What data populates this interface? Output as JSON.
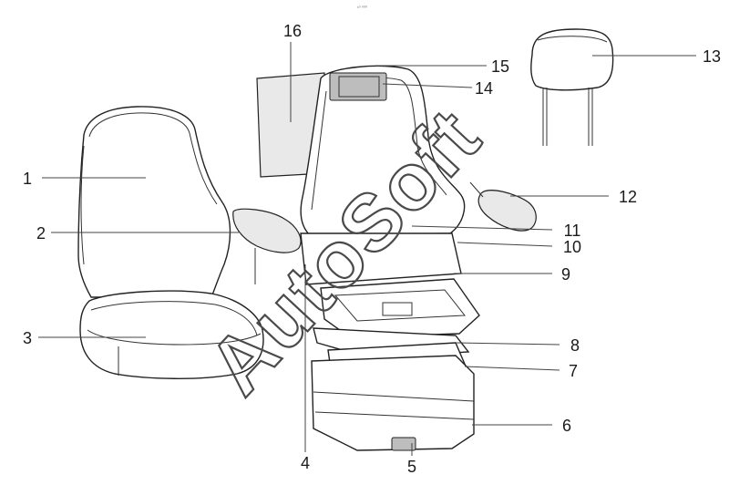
{
  "header_mark": "¹⁰ ⁰⁰⁰",
  "watermark": "AutoSoft",
  "callouts": [
    {
      "id": "c1",
      "label": "1"
    },
    {
      "id": "c2",
      "label": "2"
    },
    {
      "id": "c3",
      "label": "3"
    },
    {
      "id": "c4",
      "label": "4"
    },
    {
      "id": "c5",
      "label": "5"
    },
    {
      "id": "c6",
      "label": "6"
    },
    {
      "id": "c7",
      "label": "7"
    },
    {
      "id": "c8",
      "label": "8"
    },
    {
      "id": "c9",
      "label": "9"
    },
    {
      "id": "c10",
      "label": "10"
    },
    {
      "id": "c11",
      "label": "11"
    },
    {
      "id": "c12",
      "label": "12"
    },
    {
      "id": "c13",
      "label": "13"
    },
    {
      "id": "c14",
      "label": "14"
    },
    {
      "id": "c15",
      "label": "15"
    },
    {
      "id": "c16",
      "label": "16"
    }
  ]
}
